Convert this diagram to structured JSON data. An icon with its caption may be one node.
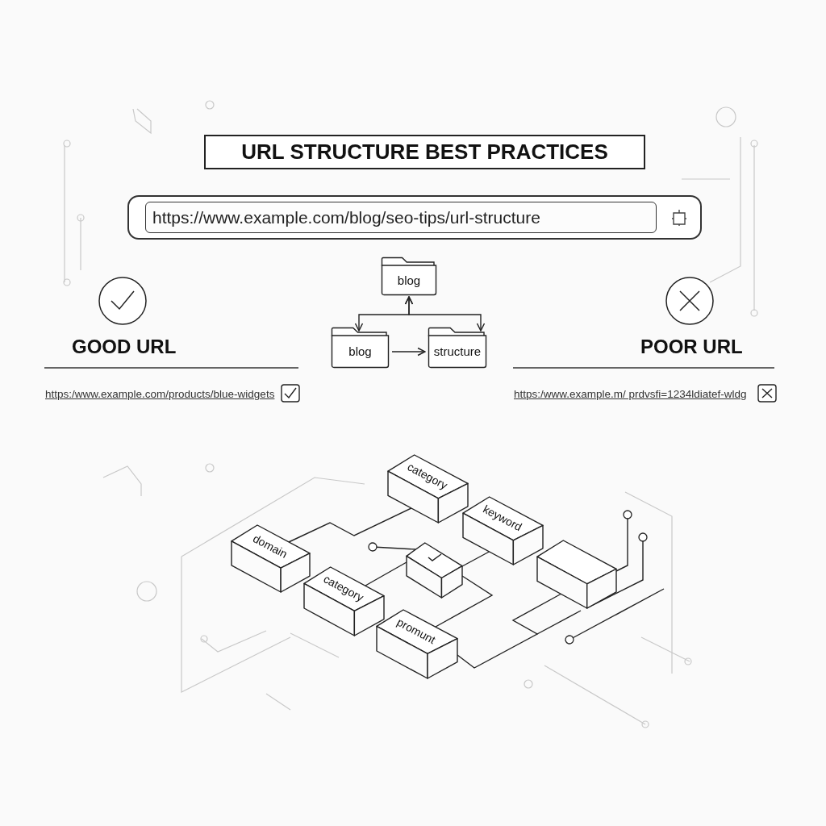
{
  "diagram": {
    "title": "URL STRUCTURE BEST PRACTICES",
    "nodes": [
      {
        "text": [
          "https://www.example.com/blog/seo-tips/url-structure"
        ]
      },
      {
        "text": [
          "blog"
        ]
      },
      {
        "text": [
          "blog"
        ]
      },
      {
        "text": [
          "structure"
        ]
      },
      {
        "text": [
          "category"
        ]
      },
      {
        "text": [
          "keyword"
        ]
      },
      {
        "text": [
          "domain"
        ]
      },
      {
        "text": [
          "category"
        ]
      },
      {
        "text": [],
        "shape": "box"
      },
      {
        "text": [
          "promunt"
        ]
      },
      {
        "text": [],
        "shape": "box"
      }
    ],
    "edges": [
      {
        "from": 1,
        "to": 2,
        "arrow": "both"
      },
      {
        "from": 1,
        "to": 3,
        "arrow": "both"
      },
      {
        "from": 2,
        "to": 3,
        "arrow": "to"
      },
      {
        "from": 6,
        "to": 4,
        "arrow": "none"
      },
      {
        "from": 7,
        "to": 8,
        "arrow": "none"
      },
      {
        "from": 8,
        "to": 5,
        "arrow": "none"
      },
      {
        "from": 8,
        "to": 9,
        "arrow": "none"
      },
      {
        "from": 9,
        "to": 10,
        "arrow": "none"
      },
      {
        "from": null,
        "to": 8,
        "arrow": "other"
      },
      {
        "from": null,
        "to": 10,
        "arrow": "other"
      },
      {
        "from": null,
        "to": 10,
        "arrow": "other"
      }
    ],
    "labels": [
      "GOOD URL",
      "https:/www.example.com/products/blue-widgets",
      "POOR URL",
      "https:/www.example.m/ prdvsfi=1234ldiatef-wldg"
    ]
  }
}
